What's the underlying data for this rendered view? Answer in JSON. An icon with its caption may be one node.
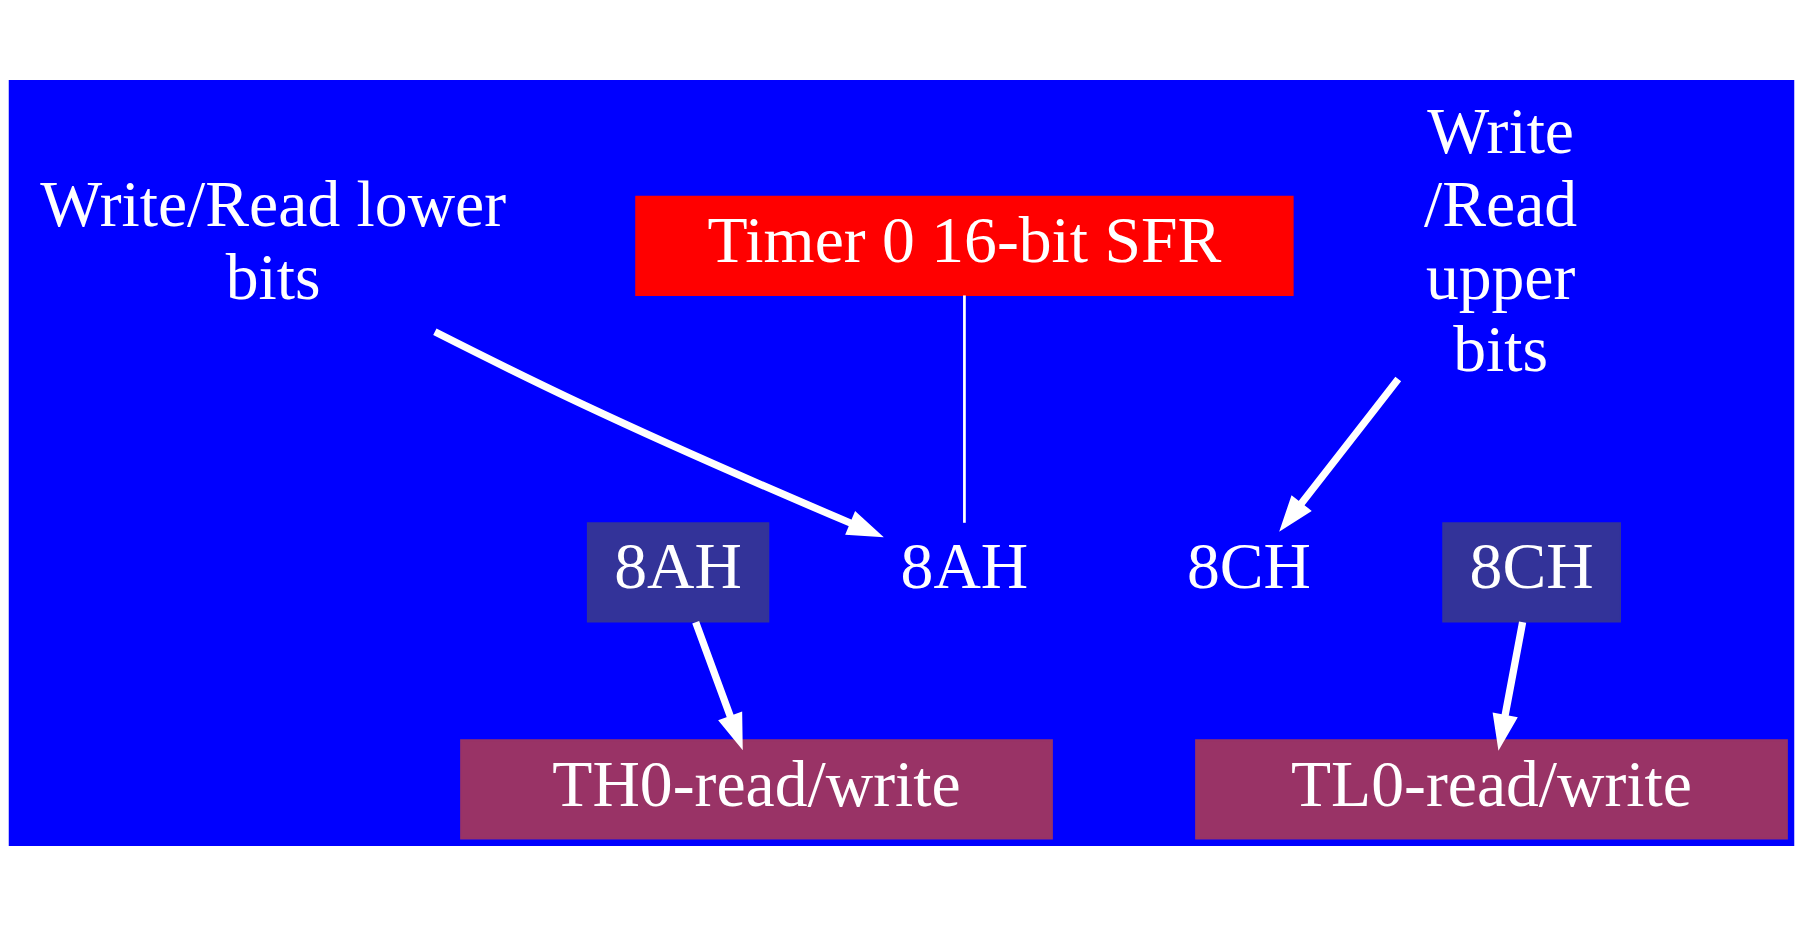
{
  "diagram": {
    "nodes": [
      {
        "text": [
          "Timer 0 16-bit SFR"
        ]
      },
      {
        "text": [
          "Write/Read lower bits"
        ]
      },
      {
        "text": [
          "Write /Read upper bits"
        ]
      },
      {
        "text": [
          "8AH"
        ]
      },
      {
        "text": [
          "8CH"
        ]
      },
      {
        "text": [
          "8AH"
        ]
      },
      {
        "text": [
          "8CH"
        ]
      },
      {
        "text": [
          "TH0-read/write"
        ]
      },
      {
        "text": [
          "TL0-read/write"
        ]
      }
    ],
    "edges": [
      {
        "from": 0,
        "to": 3,
        "arrow": "none"
      },
      {
        "from": 1,
        "to": 3,
        "arrow": "to"
      },
      {
        "from": 2,
        "to": 4,
        "arrow": "to"
      },
      {
        "from": 5,
        "to": 7,
        "arrow": "to"
      },
      {
        "from": 6,
        "to": 8,
        "arrow": "to"
      }
    ]
  }
}
